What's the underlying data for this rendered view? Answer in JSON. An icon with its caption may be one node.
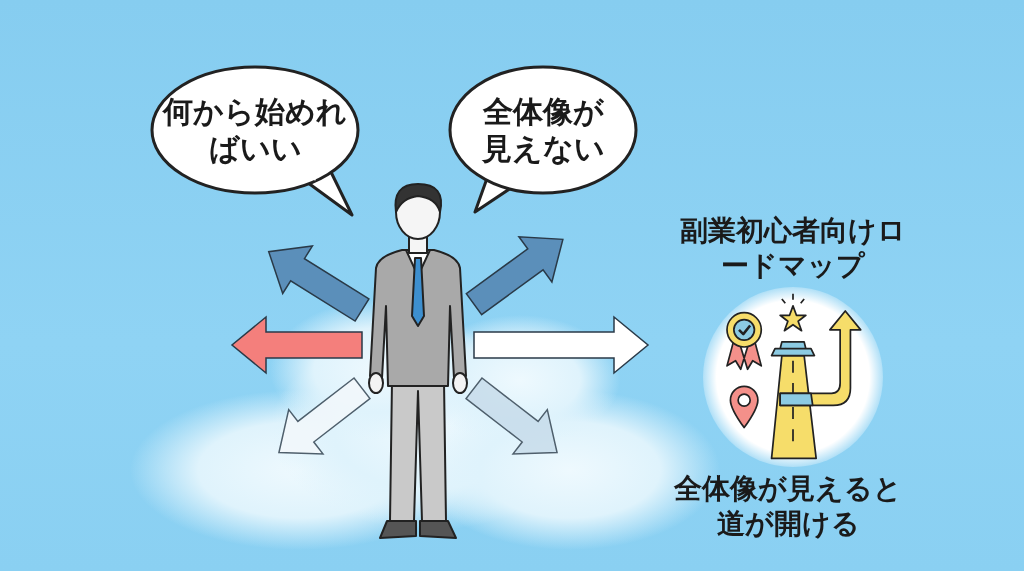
{
  "diagram": {
    "nodes": [
      {
        "text": [
          "何から始めればいい"
        ]
      },
      {
        "text": [
          "全体像が見えない"
        ]
      },
      {
        "text": [],
        "shape": "person"
      },
      {
        "text": [
          "副業初心者向けロードマップ"
        ],
        "beside": [
          "全体像が見えると道が開ける"
        ]
      }
    ],
    "edges": [
      {
        "from": 2,
        "to": null,
        "arrow": "to",
        "color": "#5b8fba"
      },
      {
        "from": 2,
        "to": null,
        "arrow": "to",
        "color": "#f47f7c"
      },
      {
        "from": 2,
        "to": null,
        "arrow": "to",
        "color": "#f4f8fb"
      },
      {
        "from": 2,
        "to": null,
        "arrow": "to",
        "color": "#5b8fba"
      },
      {
        "from": 2,
        "to": 3,
        "arrow": "to",
        "color": "#ffffff"
      },
      {
        "from": 2,
        "to": null,
        "arrow": "to",
        "color": "#c6dbea"
      }
    ]
  }
}
